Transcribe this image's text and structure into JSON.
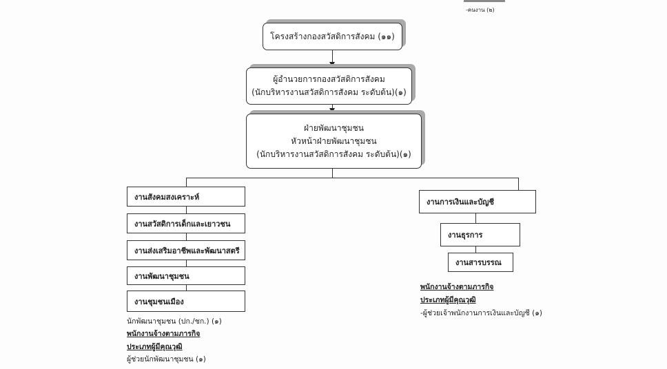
{
  "corner_note": "-คนงาน (๒)",
  "top": "โครงสร้างกองสวัสดิการสังคม (๑๑)",
  "director": {
    "line1": "ผู้อำนวยการกองสวัสดิการสังคม",
    "line2": "(นักบริหารงานสวัสดิการสังคม ระดับต้น)(๑)"
  },
  "division": {
    "line1": "ฝ่ายพัฒนาชุมชน",
    "line2": "หัวหน้าฝ่ายพัฒนาชุมชน",
    "line3": "(นักบริหารงานสวัสดิการสังคม ระดับต้น)(๑)"
  },
  "left": {
    "units": [
      "งานสังคมสงเคราะห์",
      "งานสวัสดิการเด็กและเยาวชน",
      "งานส่งเสริมอาชีพและพัฒนาสตรี",
      "งานพัฒนาชุมชน",
      "งานชุมชนเมือง"
    ],
    "staff": "นักพัฒนาชุมชน  (ปก./ชก.) (๑)",
    "heading1": "พนักงานจ้างตามภารกิจ",
    "heading2": "ประเภทผู้มีคุณวุฒิ",
    "assistant": "ผู้ช่วยนักพัฒนาชุมชน (๑)"
  },
  "right": {
    "units": [
      "งานการเงินและบัญชี",
      "งานธุรการ",
      "งานสารบรรณ"
    ],
    "heading1": "พนักงานจ้างตามภารกิจ",
    "heading2": "ประเภทผู้มีคุณวุฒิ",
    "assistant": "-ผู้ช่วยเจ้าพนักงานการเงินและบัญชี  (๑)"
  }
}
